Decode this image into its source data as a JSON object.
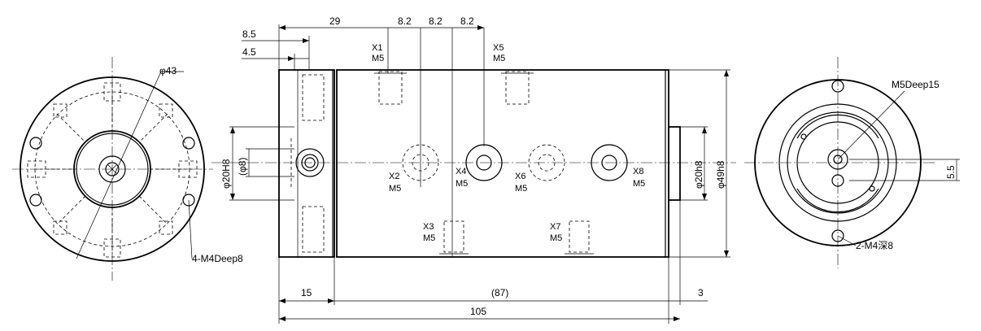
{
  "dims": {
    "d29": "29",
    "d8_2a": "8.2",
    "d8_2b": "8.2",
    "d8_2c": "8.2",
    "d8_5": "8.5",
    "d4_5": "4.5",
    "d15": "15",
    "d87": "(87)",
    "d3": "3",
    "d105": "105",
    "phi20H8_left": "φ20H8",
    "phi8": "(φ8)",
    "phi20h8_right": "φ20h8",
    "phi49h8": "φ49h8",
    "phi43": "φ43",
    "d5_5": "5.5"
  },
  "ports": [
    {
      "id": "X1",
      "thread": "M5"
    },
    {
      "id": "X2",
      "thread": "M5"
    },
    {
      "id": "X3",
      "thread": "M5"
    },
    {
      "id": "X4",
      "thread": "M5"
    },
    {
      "id": "X5",
      "thread": "M5"
    },
    {
      "id": "X6",
      "thread": "M5"
    },
    {
      "id": "X7",
      "thread": "M5"
    },
    {
      "id": "X8",
      "thread": "M5"
    }
  ],
  "notes": {
    "left_holes": "4-M4Deep8",
    "right_center": "M5Deep15",
    "right_holes": "2-M4深8"
  }
}
